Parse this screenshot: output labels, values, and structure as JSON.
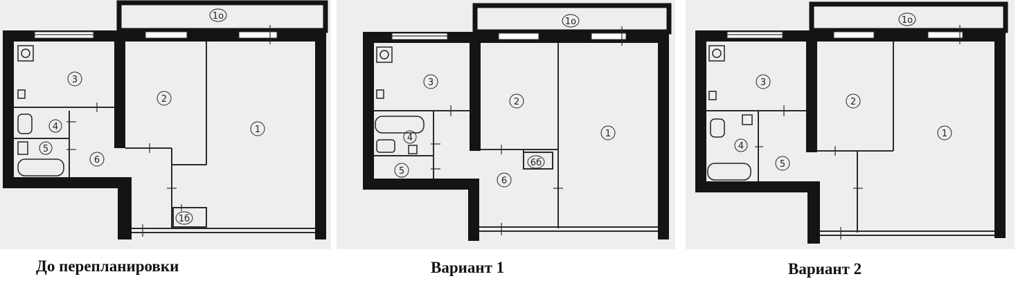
{
  "plans": [
    {
      "caption": "До перепланировки",
      "rooms": [
        "1o",
        "1",
        "2",
        "3",
        "4",
        "5",
        "6",
        "1б"
      ]
    },
    {
      "caption": "Вариант 1",
      "rooms": [
        "1o",
        "1",
        "2",
        "3",
        "4",
        "5",
        "6",
        "6б"
      ]
    },
    {
      "caption": "Вариант 2",
      "rooms": [
        "1o",
        "1",
        "2",
        "3",
        "4",
        "5"
      ]
    }
  ],
  "colors": {
    "wall": "#141414",
    "floor": "#eeeeee",
    "background": "#ffffff"
  }
}
